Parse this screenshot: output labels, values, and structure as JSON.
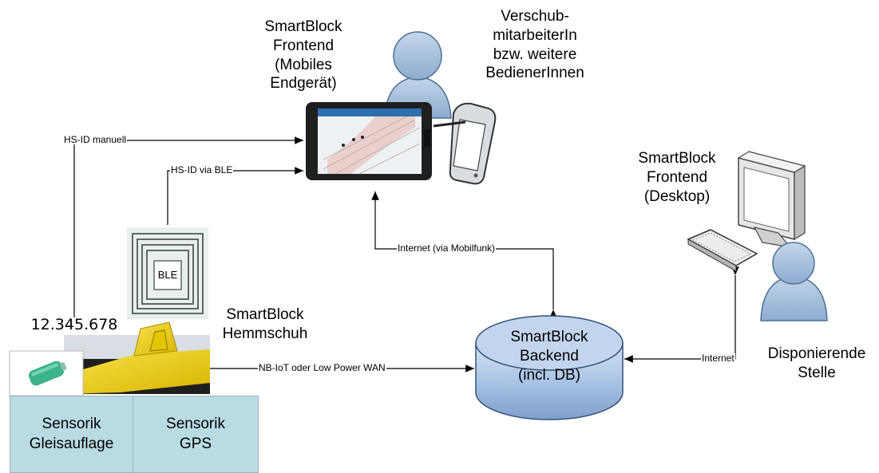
{
  "nodes": {
    "mobile_frontend": [
      "SmartBlock",
      "Frontend",
      "(Mobiles",
      "Endgerät)"
    ],
    "shunting_staff": [
      "Verschub-",
      "mitarbeiterIn",
      "bzw. weitere",
      "BedienerInnen"
    ],
    "desktop_frontend": [
      "SmartBlock",
      "Frontend",
      "(Desktop)"
    ],
    "dispatcher": [
      "Disponierende",
      "Stelle"
    ],
    "backend": [
      "SmartBlock",
      "Backend",
      "(incl. DB)"
    ],
    "hemmschuh": [
      "SmartBlock",
      "Hemmschuh"
    ],
    "ble_tag": "BLE",
    "hs_id_number": "12.345.678",
    "sensor_track": [
      "Sensorik",
      "Gleisauflage"
    ],
    "sensor_gps": [
      "Sensorik",
      "GPS"
    ]
  },
  "edges": {
    "hs_id_manual": "HS-ID manuell",
    "hs_id_ble": "HS-ID via BLE",
    "internet_mobile": "Internet (via Mobilfunk)",
    "nb_iot": "NB-IoT oder Low Power WAN",
    "internet": "Internet"
  },
  "colors": {
    "user_icon": "#a9c3dd",
    "backend": "#a9c4e4",
    "sensor_box": "#b9dbe4",
    "hemmschuh_yellow": "#f2d21b",
    "battery": "#3cb38c"
  }
}
